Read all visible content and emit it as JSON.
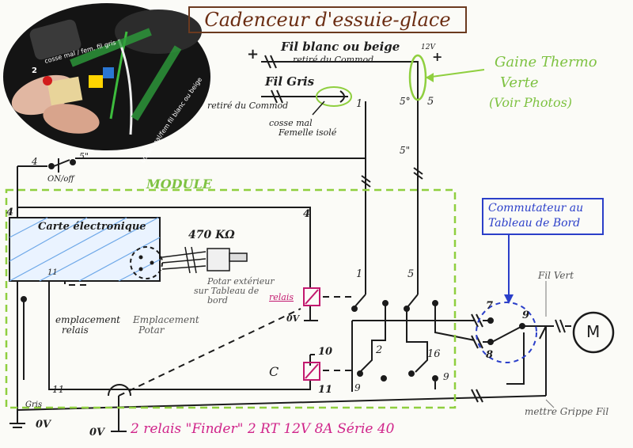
{
  "title": "Cadenceur d'essuie-glace",
  "photo": {
    "label_top": "cosse mal / fem. fil gris",
    "label_bottom": "cosse mal/fem fil blanc ou beige",
    "connector_number": "2"
  },
  "wires": {
    "fil_blanc": "Fil blanc ou beige",
    "fil_blanc_sub": "retiré du Commod",
    "fil_gris": "Fil Gris",
    "fil_gris_sub": "retiré du Commod",
    "cosse": "cosse mal",
    "cosse2": "Femelle isolé",
    "plus_left": "+",
    "plus_right": "+",
    "v12": "12V",
    "n1": "1",
    "n5": "5",
    "n5a": "5°",
    "n5b": "5\""
  },
  "gaine": {
    "line1": "Gaine Thermo",
    "line2": "Verte",
    "line3": "(Voir Photos)"
  },
  "switch": {
    "n4": "4",
    "n5": "5\"",
    "label": "ON/off"
  },
  "module": {
    "title": "MODULE",
    "n4_left": "4",
    "n4_right": "4",
    "card_title": "Carte électronique",
    "n11": "11",
    "emplacement_relais_1": "emplacement",
    "emplacement_relais_2": "relais",
    "emplacement_potar_1": "Emplacement",
    "emplacement_potar_2": "Potar",
    "resistor": "470 KΩ",
    "potar_1": "Potar extérieur",
    "potar_2": "sur Tableau de",
    "potar_3": "bord",
    "relais_label": "relais",
    "ov_mid": "0V",
    "n1": "1",
    "n5": "5",
    "n10": "10",
    "n11b": "11",
    "n11c": "11",
    "c_label": "C",
    "n2": "2",
    "n16": "16",
    "n9": "9",
    "n9b": "9"
  },
  "commutateur": {
    "line1": "Commutateur au",
    "line2": "Tableau de Bord",
    "n7": "7",
    "n8": "8",
    "n9": "9"
  },
  "right": {
    "fil_vert": "Fil Vert",
    "motor": "M",
    "grippe": "mettre Grippe Fil"
  },
  "bottom": {
    "gris": "Gris",
    "ov_left": "0V",
    "ov_mid": "0V",
    "finder": "2 relais \"Finder\" 2 RT 12V 8A Série 40"
  }
}
